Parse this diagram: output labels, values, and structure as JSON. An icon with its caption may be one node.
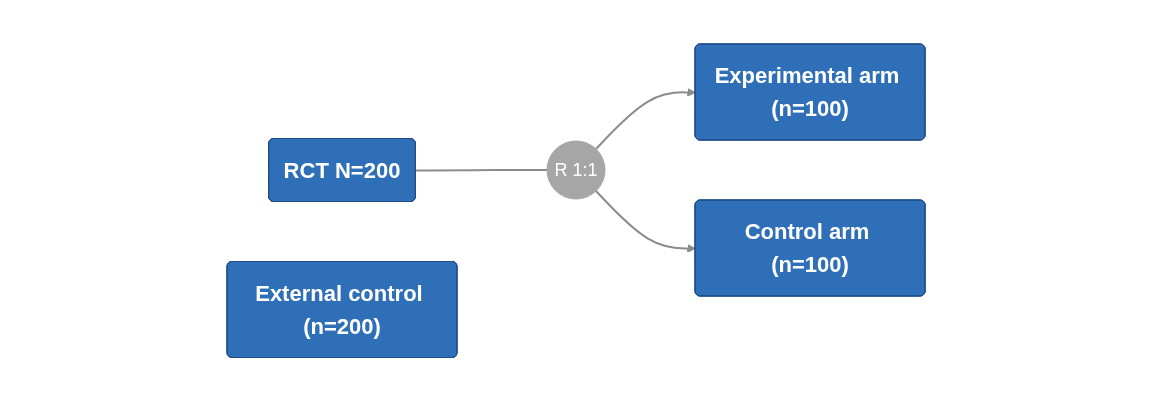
{
  "diagram": {
    "nodes": [
      {
        "text": [
          "RCT N=200"
        ]
      },
      {
        "text": [
          "R 1:1"
        ]
      },
      {
        "text": [
          "Experimental arm (n=100)"
        ]
      },
      {
        "text": [
          "Control arm (n=100)"
        ]
      },
      {
        "text": [
          "External control (n=200)"
        ]
      }
    ],
    "edges": [
      {
        "from": 0,
        "to": 1,
        "arrow": "none"
      },
      {
        "from": 1,
        "to": 2,
        "arrow": "to"
      },
      {
        "from": 1,
        "to": 3,
        "arrow": "to"
      }
    ]
  }
}
